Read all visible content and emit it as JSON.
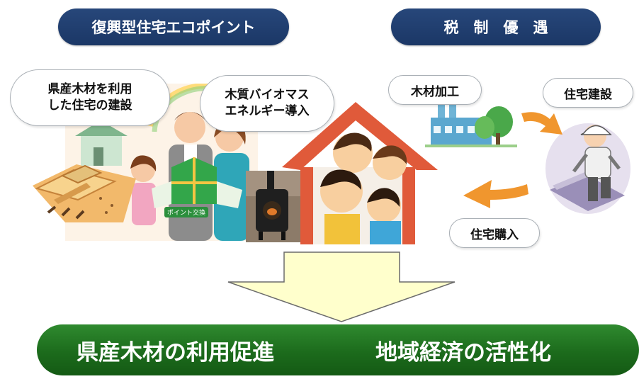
{
  "headers": {
    "left": "復興型住宅エコポイント",
    "right": "税　制　優　遇"
  },
  "bubbles": {
    "wood_house": [
      "県産木材を利用",
      "した住宅の建設"
    ],
    "biomass": [
      "木質バイオマス",
      "エネルギー導入"
    ],
    "wood_processing": "木材加工",
    "house_construction": "住宅建設",
    "house_purchase": "住宅購入"
  },
  "illustration": {
    "point_exchange_label": "ポイント交換"
  },
  "banner": {
    "left_text": "県産木材の利用促進",
    "right_text": "地域経済の活性化"
  },
  "colors": {
    "header_navy": "#1f3e70",
    "banner_green": "#1f701f",
    "arrow_fill": "#ffffcc",
    "cycle_arrow": "#f0962e",
    "house_red": "#e05a3a"
  }
}
